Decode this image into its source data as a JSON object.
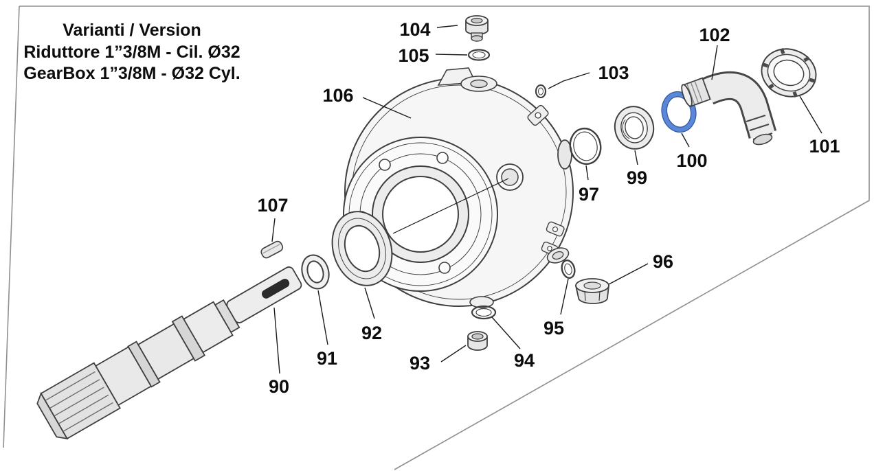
{
  "title_block": {
    "line1": "Varianti / Version",
    "line2": "Riduttore 1”3/8M - Cil. Ø32",
    "line3": "GearBox 1”3/8M - Ø32 Cyl."
  },
  "part_labels": {
    "p90": "90",
    "p91": "91",
    "p92": "92",
    "p93": "93",
    "p94": "94",
    "p95": "95",
    "p96": "96",
    "p97": "97",
    "p99": "99",
    "p100": "100",
    "p101": "101",
    "p102": "102",
    "p103": "103",
    "p104": "104",
    "p105": "105",
    "p106": "106",
    "p107": "107"
  },
  "colors": {
    "highlight_oring": "#5b87d8",
    "outline": "#3f3f3f",
    "label_text": "#0d0d0d"
  }
}
